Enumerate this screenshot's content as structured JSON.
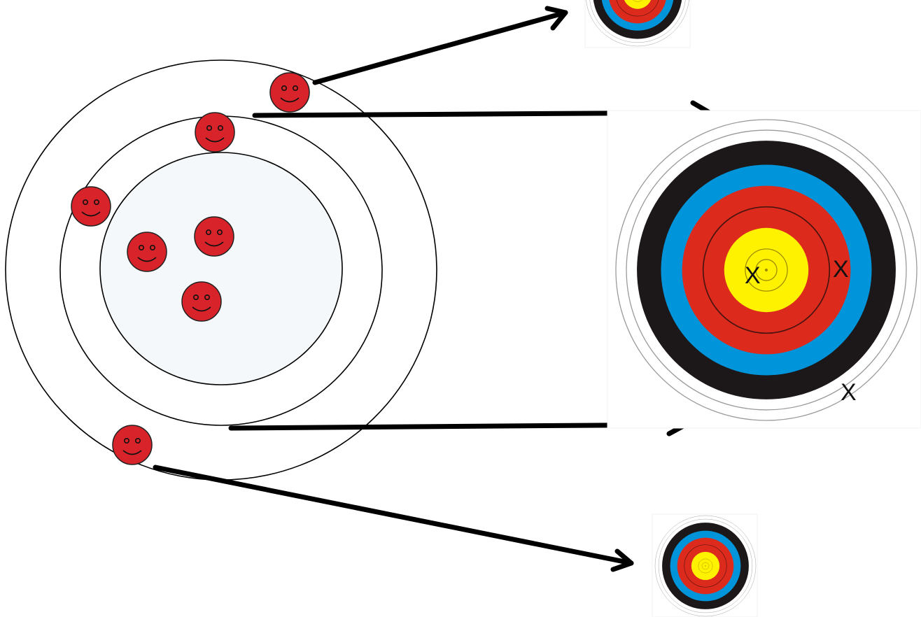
{
  "diagram": {
    "colors": {
      "outline": "#000000",
      "inner_fill": "#f5f8fa",
      "face_fill": "#d8232a",
      "arrow": "#000000",
      "target_rings": [
        "#ffffff",
        "#1c1718",
        "#0095db",
        "#dc2a1d",
        "#fff200"
      ]
    },
    "groups": [
      {
        "name": "outer-ring",
        "people": 2
      },
      {
        "name": "middle-ring",
        "people": 2
      },
      {
        "name": "inner-circle",
        "people": 3
      }
    ],
    "targets": [
      {
        "name": "top-target-small",
        "marks": []
      },
      {
        "name": "main-target-large",
        "marks": [
          "X",
          "X",
          "X"
        ]
      },
      {
        "name": "bottom-target-small",
        "marks": []
      }
    ],
    "icons": [
      "smiley-face-icon",
      "archery-target-icon",
      "arrow-icon"
    ]
  }
}
